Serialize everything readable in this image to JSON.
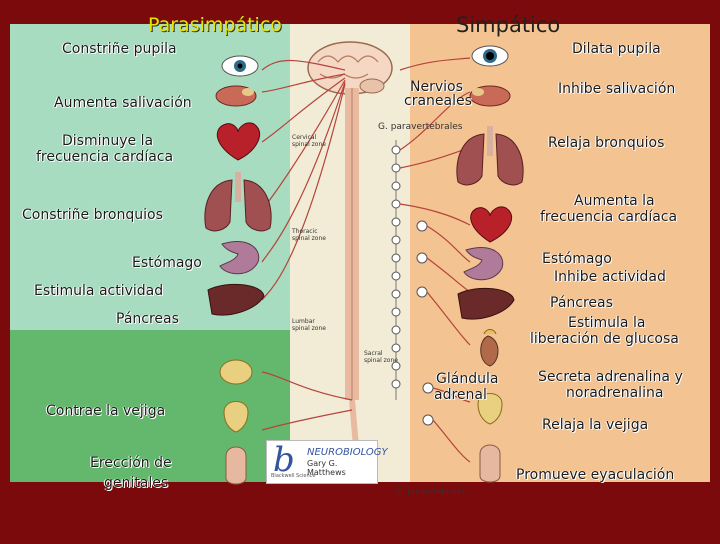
{
  "titles": {
    "parasympathetic": "Parasimpático",
    "sympathetic": "Simpático"
  },
  "left_labels": [
    "Constriñe pupila",
    "Aumenta salivación",
    "Disminuye la",
    "frecuencia cardíaca",
    "Constriñe bronquios",
    "Estómago",
    "Estimula actividad",
    "Páncreas",
    "Contrae la vejiga",
    "Erección de",
    "genitales"
  ],
  "right_labels": [
    "Dilata pupila",
    "Inhibe salivación",
    "Relaja bronquios",
    "Aumenta la",
    "frecuencia cardíaca",
    "Estómago",
    "Inhibe actividad",
    "Páncreas",
    "Estimula la",
    "liberación de glucosa",
    "Secreta adrenalina y",
    "noradrenalina",
    "Relaja la vejiga",
    "Promueve eyaculación"
  ],
  "center_labels": {
    "nerves": [
      "Nervios",
      "craneales"
    ],
    "ganglia": "G. paravertebrales",
    "adrenal": [
      "Glándula",
      "adrenal"
    ],
    "ganglia_bottom": "G. prevertebrales"
  },
  "spinal_zones": [
    [
      "Cervical",
      "spinal zone"
    ],
    [
      "Thoracic",
      "spinal zone"
    ],
    [
      "Lumbar",
      "spinal zone"
    ],
    [
      "Sacral",
      "spinal zone"
    ]
  ],
  "credit": {
    "logo_letter": "b",
    "book": "NEUROBIOLOGY",
    "author": "Gary G. Matthews",
    "publisher": "Blackwell Science"
  },
  "colors": {
    "background": "#7a0a0c",
    "parasympathetic_upper": "#a8dcc0",
    "parasympathetic_lower": "#63b86e",
    "sympathetic": "#f4c392",
    "center": "#f2ecd6",
    "nerve_lines": "#b5443c",
    "title_yellow": "#e6e600"
  },
  "icons": [
    "brain-icon",
    "eye-icon",
    "salivary-gland-icon",
    "heart-icon",
    "lungs-icon",
    "stomach-icon",
    "liver-icon",
    "pancreas-icon",
    "adrenal-icon",
    "bladder-icon",
    "genitals-icon",
    "spinal-cord-icon"
  ]
}
